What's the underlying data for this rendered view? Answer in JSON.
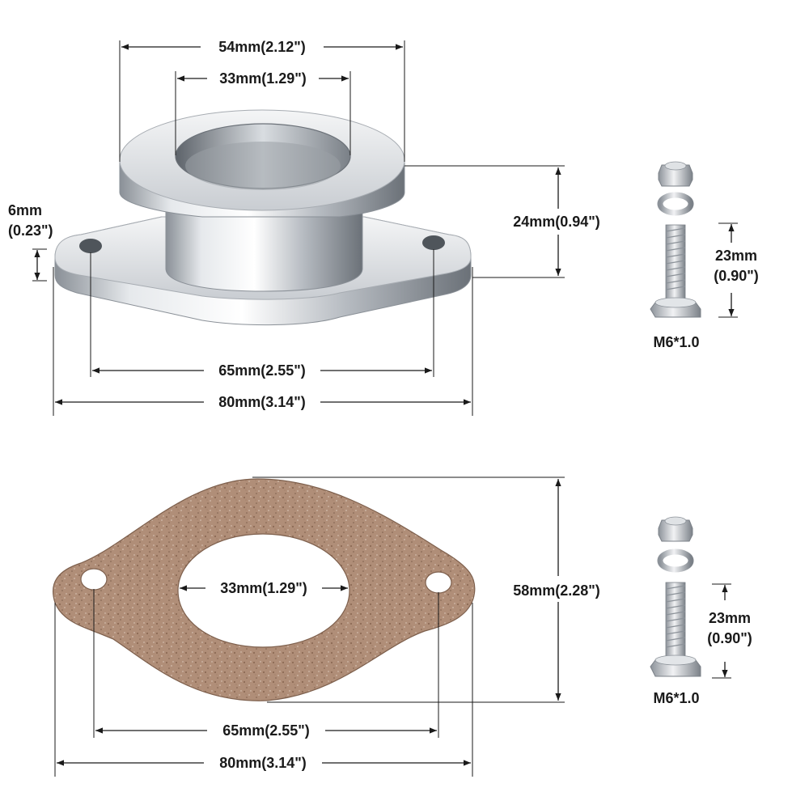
{
  "colors": {
    "metal_light": "#eef0f2",
    "metal_mid": "#b9bec4",
    "metal_dark": "#6f757c",
    "gasket": "#b08e78",
    "gasket_dark": "#7d5f4c",
    "text": "#1a1a1a"
  },
  "flange": {
    "outer_diameter": "54mm(2.12\")",
    "inner_diameter": "33mm(1.29\")",
    "height": "24mm(0.94\")",
    "base_thickness_mm": "6mm",
    "base_thickness_in": "(0.23\")",
    "hole_spacing": "65mm(2.55\")",
    "overall_width": "80mm(3.14\")"
  },
  "gasket": {
    "inner_diameter": "33mm(1.29\")",
    "height": "58mm(2.28\")",
    "hole_spacing": "65mm(2.55\")",
    "overall_width": "80mm(3.14\")"
  },
  "hardware_top": {
    "length_mm": "23mm",
    "length_in": "(0.90\")",
    "thread": "M6*1.0"
  },
  "hardware_bottom": {
    "length_mm": "23mm",
    "length_in": "(0.90\")",
    "thread": "M6*1.0"
  }
}
